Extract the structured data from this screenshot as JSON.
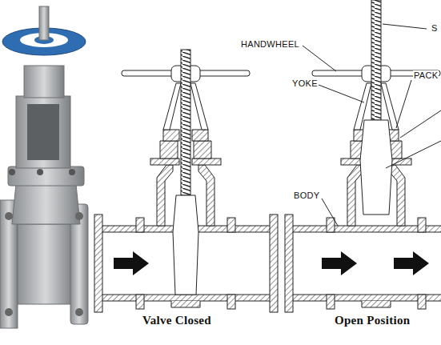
{
  "diagram": {
    "labels": [
      "HANDWHEEL",
      "YOKE",
      "BODY",
      "S",
      "PACK",
      "Valve Closed",
      "Open Position"
    ]
  }
}
